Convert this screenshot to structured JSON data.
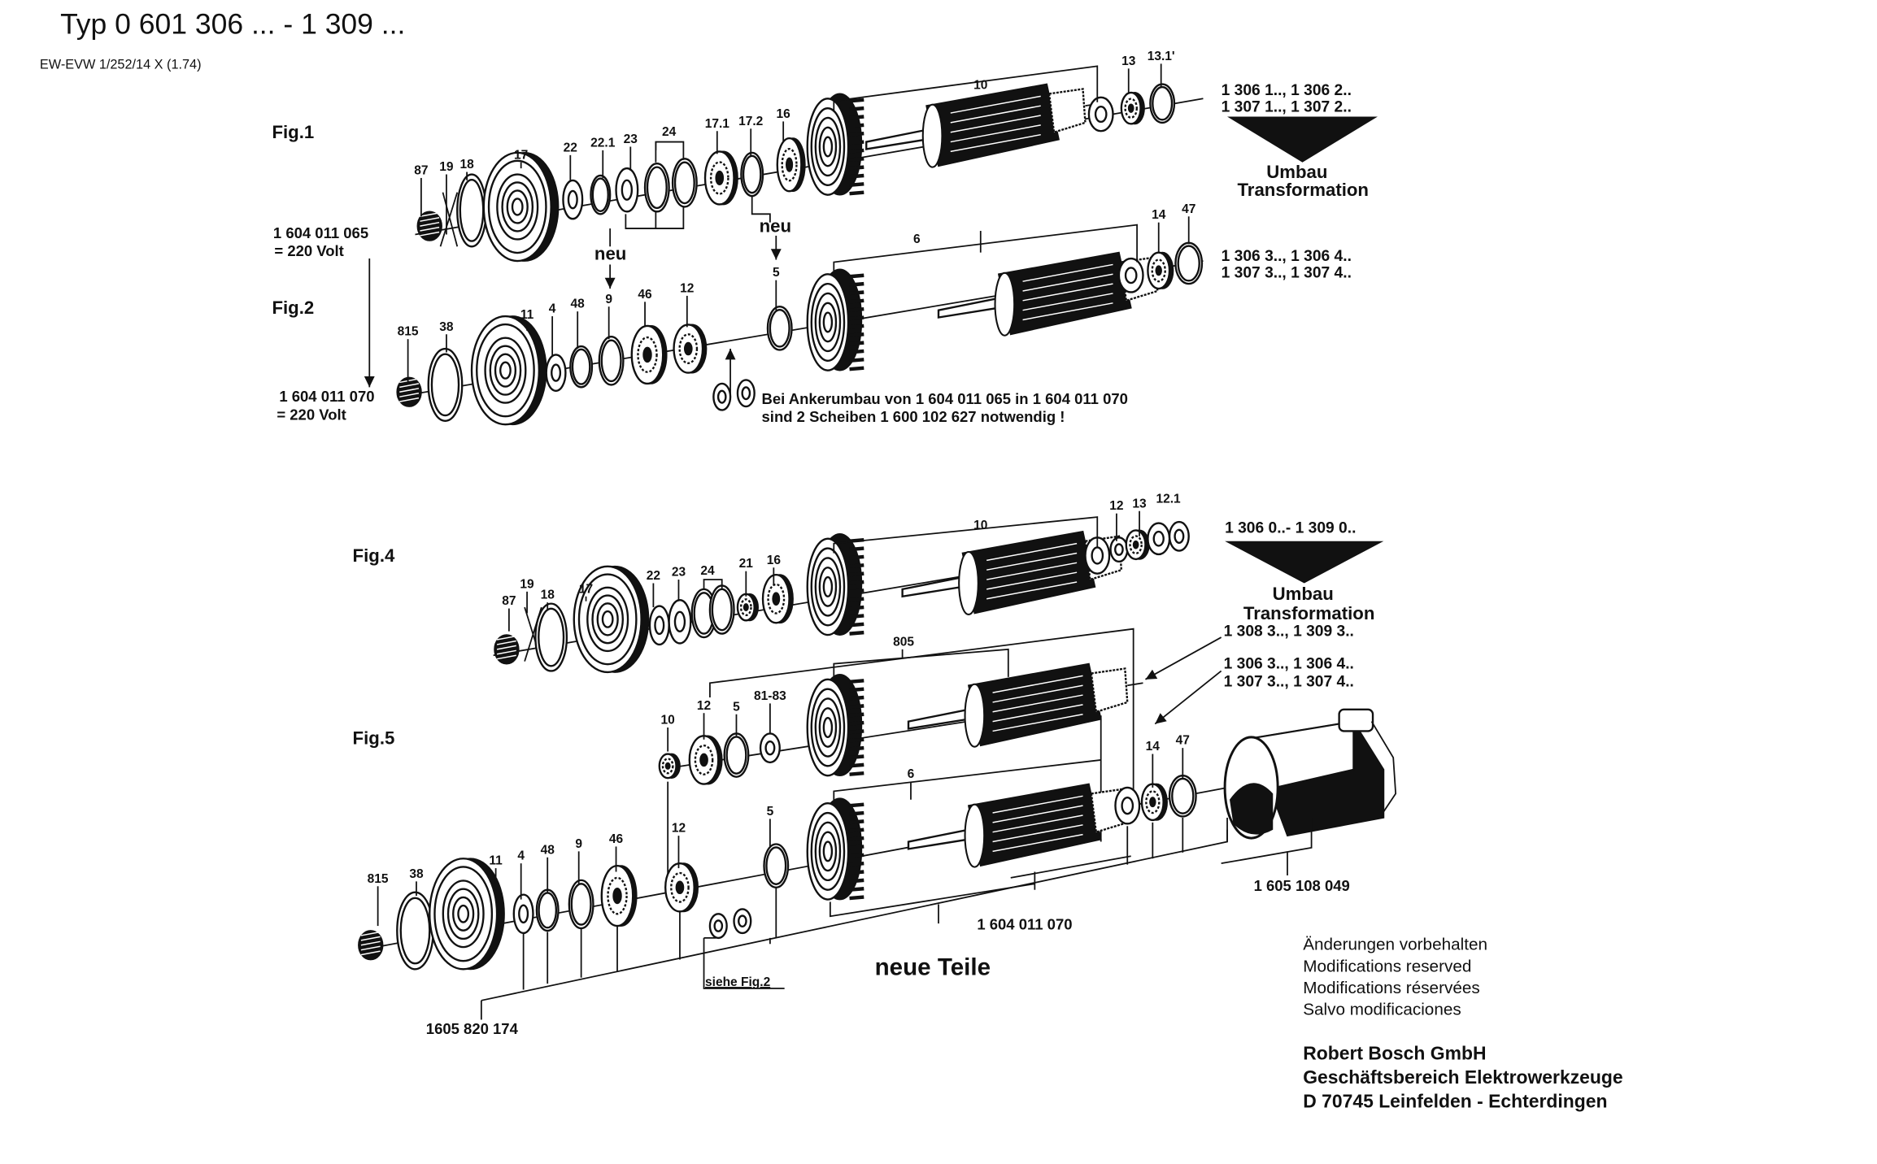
{
  "header": {
    "title": "Typ 0 601 306 ... -  1 309 ...",
    "doc_ref": "EW-EVW 1/252/14 X (1.74)"
  },
  "figures": {
    "fig1": {
      "label": "Fig.1",
      "callouts": [
        "87",
        "19",
        "18",
        "17",
        "22",
        "22.1",
        "23",
        "24",
        "17.1",
        "17.2",
        "16",
        "10",
        "13",
        "13.1'"
      ]
    },
    "fig2": {
      "label": "Fig.2",
      "callouts": [
        "815",
        "38",
        "11",
        "4",
        "48",
        "9",
        "46",
        "12",
        "5",
        "6",
        "14",
        "47"
      ]
    },
    "fig4": {
      "label": "Fig.4",
      "callouts": [
        "87",
        "19",
        "18",
        "17",
        "22",
        "23",
        "24",
        "21",
        "16",
        "10",
        "12",
        "13",
        "12.1"
      ]
    },
    "fig5": {
      "label": "Fig.5",
      "upper_callouts": [
        "805",
        "12",
        "5",
        "81-83",
        "10"
      ],
      "lower_callouts": [
        "815",
        "38",
        "11",
        "4",
        "48",
        "9",
        "46",
        "12",
        "5",
        "6",
        "14",
        "47"
      ]
    }
  },
  "annotations": {
    "armature_065": "1 604 011 065",
    "volt_1": "= 220 Volt",
    "armature_070": "1 604 011 070",
    "volt_2": "= 220 Volt",
    "neu_1": "neu",
    "neu_2": "neu",
    "note_line1": "Bei Ankerumbau von 1 604  011 065 in 1 604 011 070",
    "note_line2": "sind 2 Scheiben 1 600 102 627 notwendig !",
    "variants_top_1": "1 306 1.., 1 306 2..",
    "variants_top_2": "1 307 1.., 1 307 2..",
    "umbau_1": "Umbau",
    "transformation_1": "Transformation",
    "variants_mid_1": "1 306 3.., 1 306 4..",
    "variants_mid_2": "1 307 3.., 1 307 4..",
    "variants_fig4": "1 306 0..- 1 309 0..",
    "umbau_2": "Umbau",
    "transformation_2": "Transformation",
    "variants_fig5_a": "1 308 3.., 1 309 3..",
    "variants_fig5_b1": "1 306 3.., 1 306 4..",
    "variants_fig5_b2": "1 307 3.., 1 307 4..",
    "housing_part": "1 605 108 049",
    "armature_part": "1 604 011 070",
    "new_parts": "neue Teile",
    "see_fig2": "siehe Fig.2",
    "pulley_part": "1605 820 174"
  },
  "footer": {
    "disclaimer": [
      "Änderungen vorbehalten",
      "Modifications reserved",
      "Modifications réservées",
      "Salvo modificaciones"
    ],
    "company": [
      "Robert Bosch GmbH",
      "Geschäftsbereich Elektrowerkzeuge",
      "D 70745 Leinfelden - Echterdingen"
    ]
  }
}
